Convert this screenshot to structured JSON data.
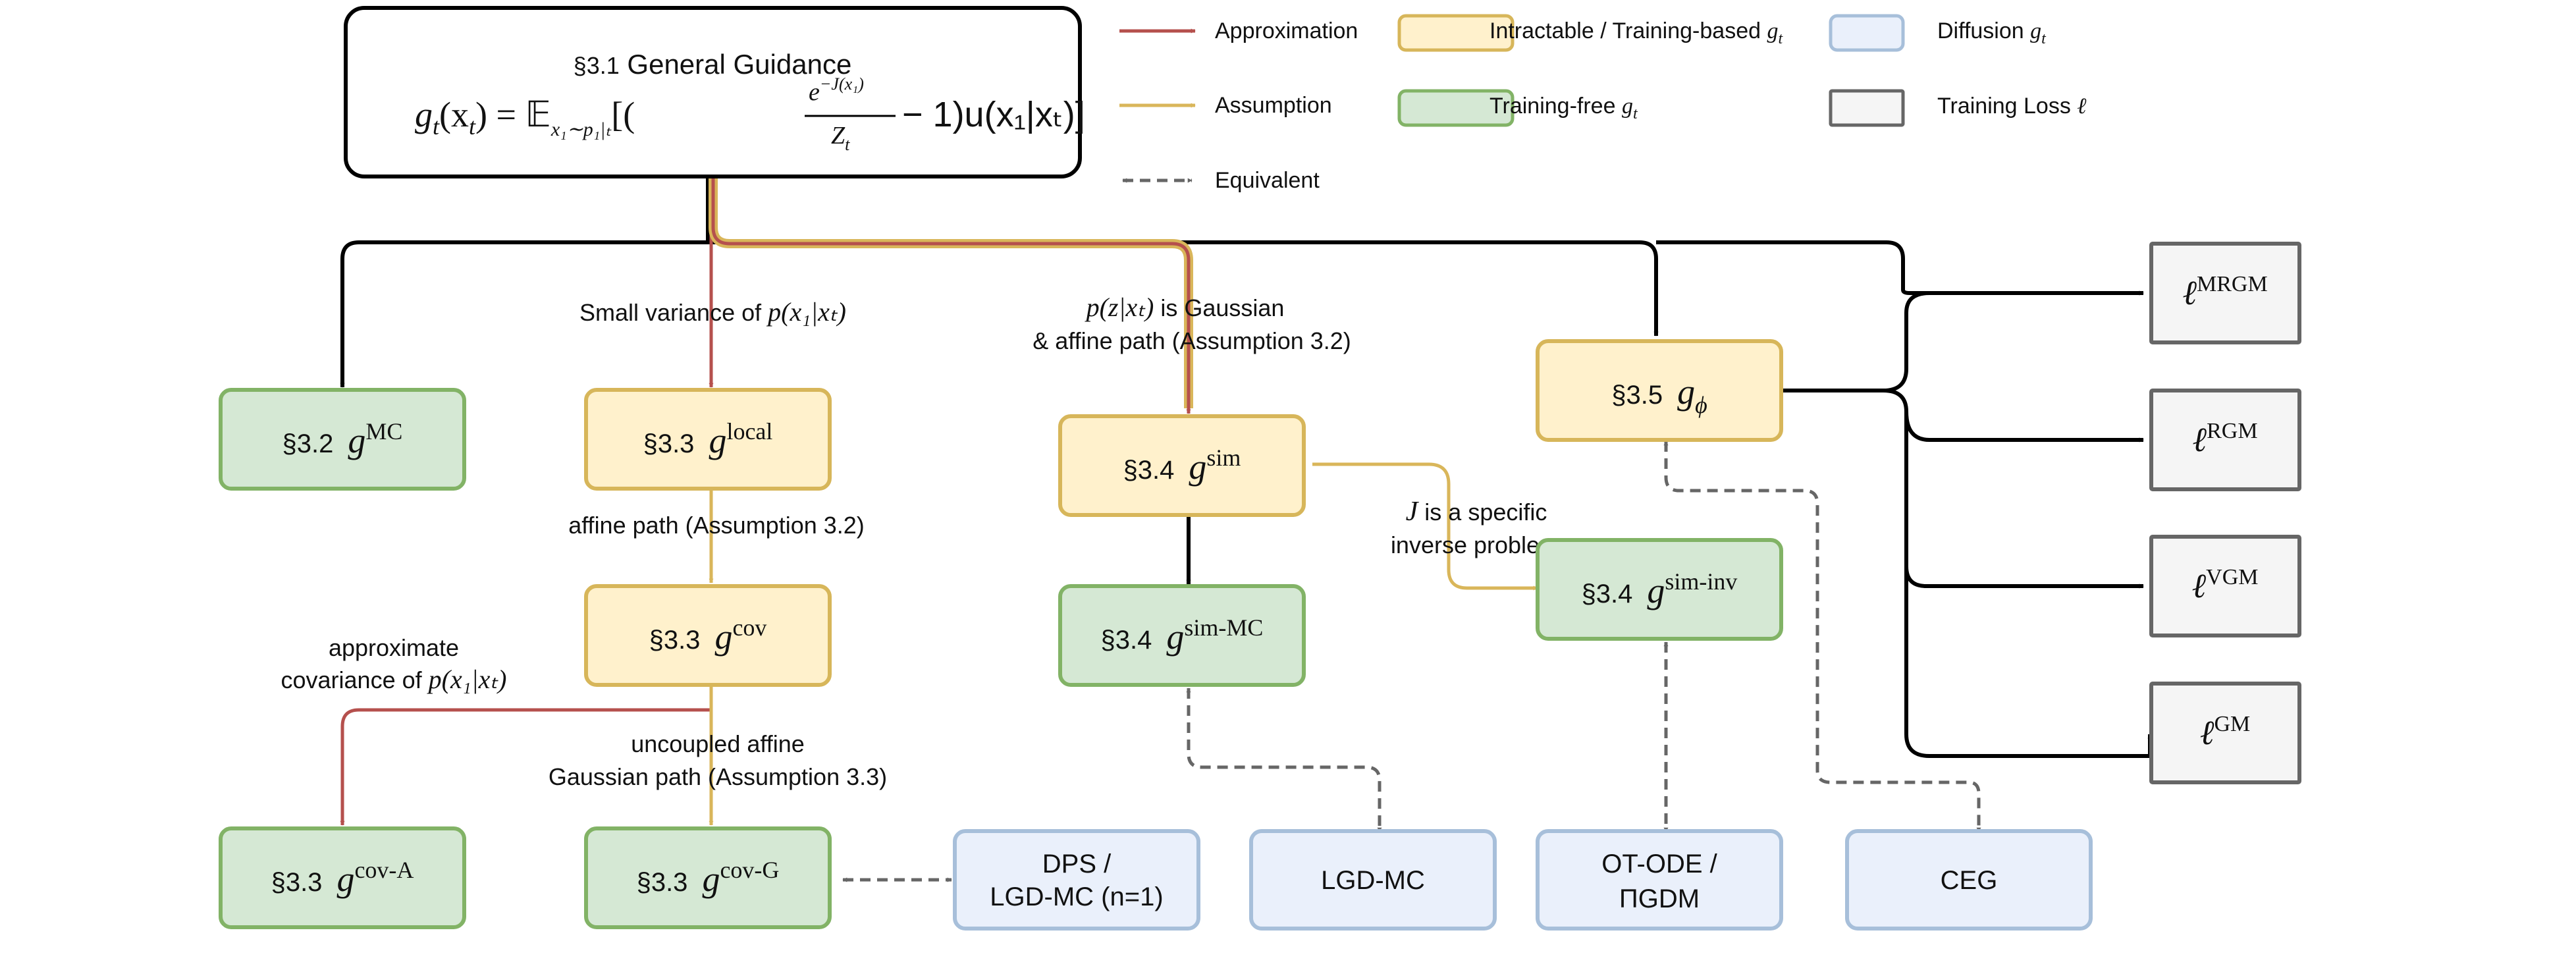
{
  "colors": {
    "approximation": "#B5504D",
    "assumption": "#D9B65A",
    "equivalent": "#666666",
    "black": "#000000",
    "intractable_fill": "#FFF1CC",
    "intractable_border": "#D7B65A",
    "trainingfree_fill": "#D5E8D4",
    "trainingfree_border": "#82B366",
    "diffusion_fill": "#EAF0FB",
    "diffusion_border": "#A7BFDA",
    "loss_fill": "#F5F5F5",
    "loss_border": "#666666"
  },
  "legend": {
    "approximation": "Approximation",
    "assumption": "Assumption",
    "equivalent": "Equivalent",
    "intractable": "Intractable / Training-based",
    "trainingfree": "Training-free",
    "diffusion": "Diffusion",
    "loss": "Training Loss",
    "g_symbol": "g",
    "g_sub": "t",
    "loss_symbol": "ℓ"
  },
  "root": {
    "section": "§3.1",
    "title": "General Guidance",
    "formula_lhs": "g",
    "formula_lhs_sub": "t",
    "formula_lhs_arg": "(x",
    "formula_lhs_arg_sub": "t",
    "formula_eq": ") = 𝔼",
    "formula_expect_sub": "x₁∼p₁|ₜ",
    "formula_open": "[(",
    "frac_num": "e",
    "frac_num_sup": "−J(x₁)",
    "frac_den": "Z",
    "frac_den_sub": "t",
    "formula_rest": "− 1)u(x₁|xₜ)]"
  },
  "nodes": {
    "g_mc": {
      "section": "§3.2",
      "sym": "g",
      "sup": "MC"
    },
    "g_local": {
      "section": "§3.3",
      "sym": "g",
      "sup": "local"
    },
    "g_cov": {
      "section": "§3.3",
      "sym": "g",
      "sup": "cov"
    },
    "g_cov_a": {
      "section": "§3.3",
      "sym": "g",
      "sup": "cov-A"
    },
    "g_cov_g": {
      "section": "§3.3",
      "sym": "g",
      "sup": "cov-G"
    },
    "g_sim": {
      "section": "§3.4",
      "sym": "g",
      "sup": "sim"
    },
    "g_sim_mc": {
      "section": "§3.4",
      "sym": "g",
      "sup": "sim-MC"
    },
    "g_sim_inv": {
      "section": "§3.4",
      "sym": "g",
      "sup": "sim-inv"
    },
    "g_phi": {
      "section": "§3.5",
      "sym": "g",
      "sub": "ϕ"
    },
    "dps": {
      "line1": "DPS /",
      "line2": "LGD-MC (n=1)"
    },
    "lgd_mc": {
      "label": "LGD-MC"
    },
    "ot_ode": {
      "line1": "OT-ODE /",
      "line2": "ΠGDM"
    },
    "ceg": {
      "label": "CEG"
    },
    "l_mrgm": {
      "sym": "ℓ",
      "sup": "MRGM"
    },
    "l_rgm": {
      "sym": "ℓ",
      "sup": "RGM"
    },
    "l_vgm": {
      "sym": "ℓ",
      "sup": "VGM"
    },
    "l_gm": {
      "sym": "ℓ",
      "sup": "GM"
    }
  },
  "edge_labels": {
    "small_variance": "Small variance of",
    "small_variance_math": "p(x₁|xₜ)",
    "gaussian_math": "p(z|xₜ)",
    "gaussian_text": "is Gaussian",
    "gaussian_line2": "& affine path (Assumption 3.2)",
    "affine_path": "affine path (Assumption 3.2)",
    "approx_cov_line1": "approximate",
    "approx_cov_line2": "covariance of",
    "approx_cov_math": "p(x₁|xₜ)",
    "uncoupled_line1": "uncoupled affine",
    "uncoupled_line2": "Gaussian path (Assumption 3.3)",
    "specific_math": "J",
    "specific_line1": "is a specific",
    "specific_line2": "inverse problem"
  }
}
